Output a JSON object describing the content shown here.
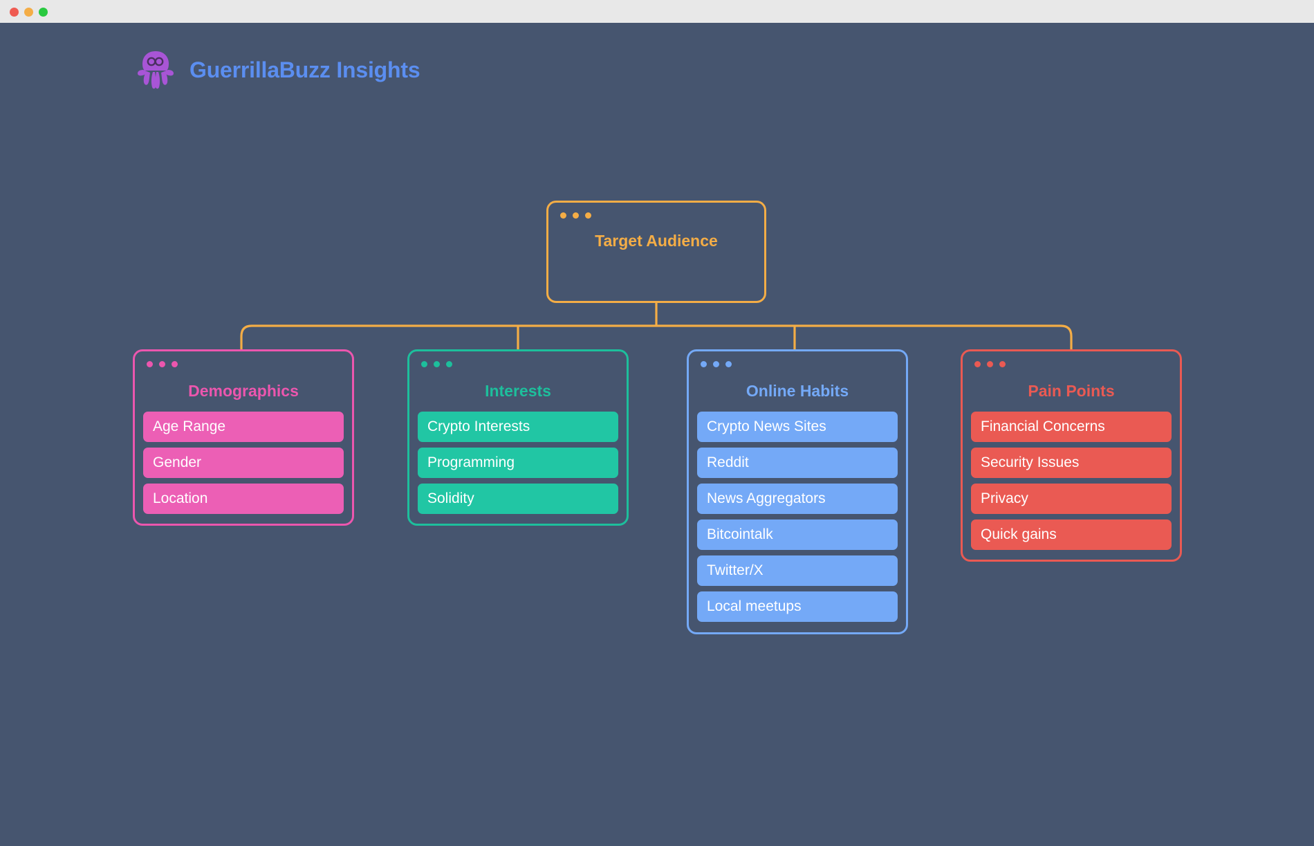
{
  "window": {
    "traffic_lights": [
      {
        "name": "close",
        "color": "#ef5b52"
      },
      {
        "name": "minimize",
        "color": "#f4ad46"
      },
      {
        "name": "maximize",
        "color": "#29c940"
      }
    ],
    "background_color": "#46556f",
    "titlebar_color": "#e8e8e8"
  },
  "header": {
    "title": "GuerrillaBuzz Insights",
    "title_color": "#5b8ef0",
    "logo_icon": "octopus-icon",
    "logo_color": "#a855d6"
  },
  "diagram": {
    "type": "tree",
    "root": {
      "title": "Target Audience",
      "color": "#f4ad46"
    },
    "children": [
      {
        "title": "Demographics",
        "color": "#ec56ae",
        "item_color": "#ec5fb5",
        "items": [
          "Age Range",
          "Gender",
          "Location"
        ]
      },
      {
        "title": "Interests",
        "color": "#1dbf9c",
        "item_color": "#21c6a4",
        "items": [
          "Crypto Interests",
          "Programming",
          "Solidity"
        ]
      },
      {
        "title": "Online Habits",
        "color": "#74a9f7",
        "item_color": "#74a9f7",
        "items": [
          "Crypto News Sites",
          "Reddit",
          "News Aggregators",
          "Bitcointalk",
          "Twitter/X",
          "Local meetups"
        ]
      },
      {
        "title": "Pain Points",
        "color": "#ea5a53",
        "item_color": "#ea5a53",
        "items": [
          "Financial Concerns",
          "Security Issues",
          "Privacy",
          "Quick gains"
        ]
      }
    ],
    "connector_color": "#f4ad46"
  }
}
